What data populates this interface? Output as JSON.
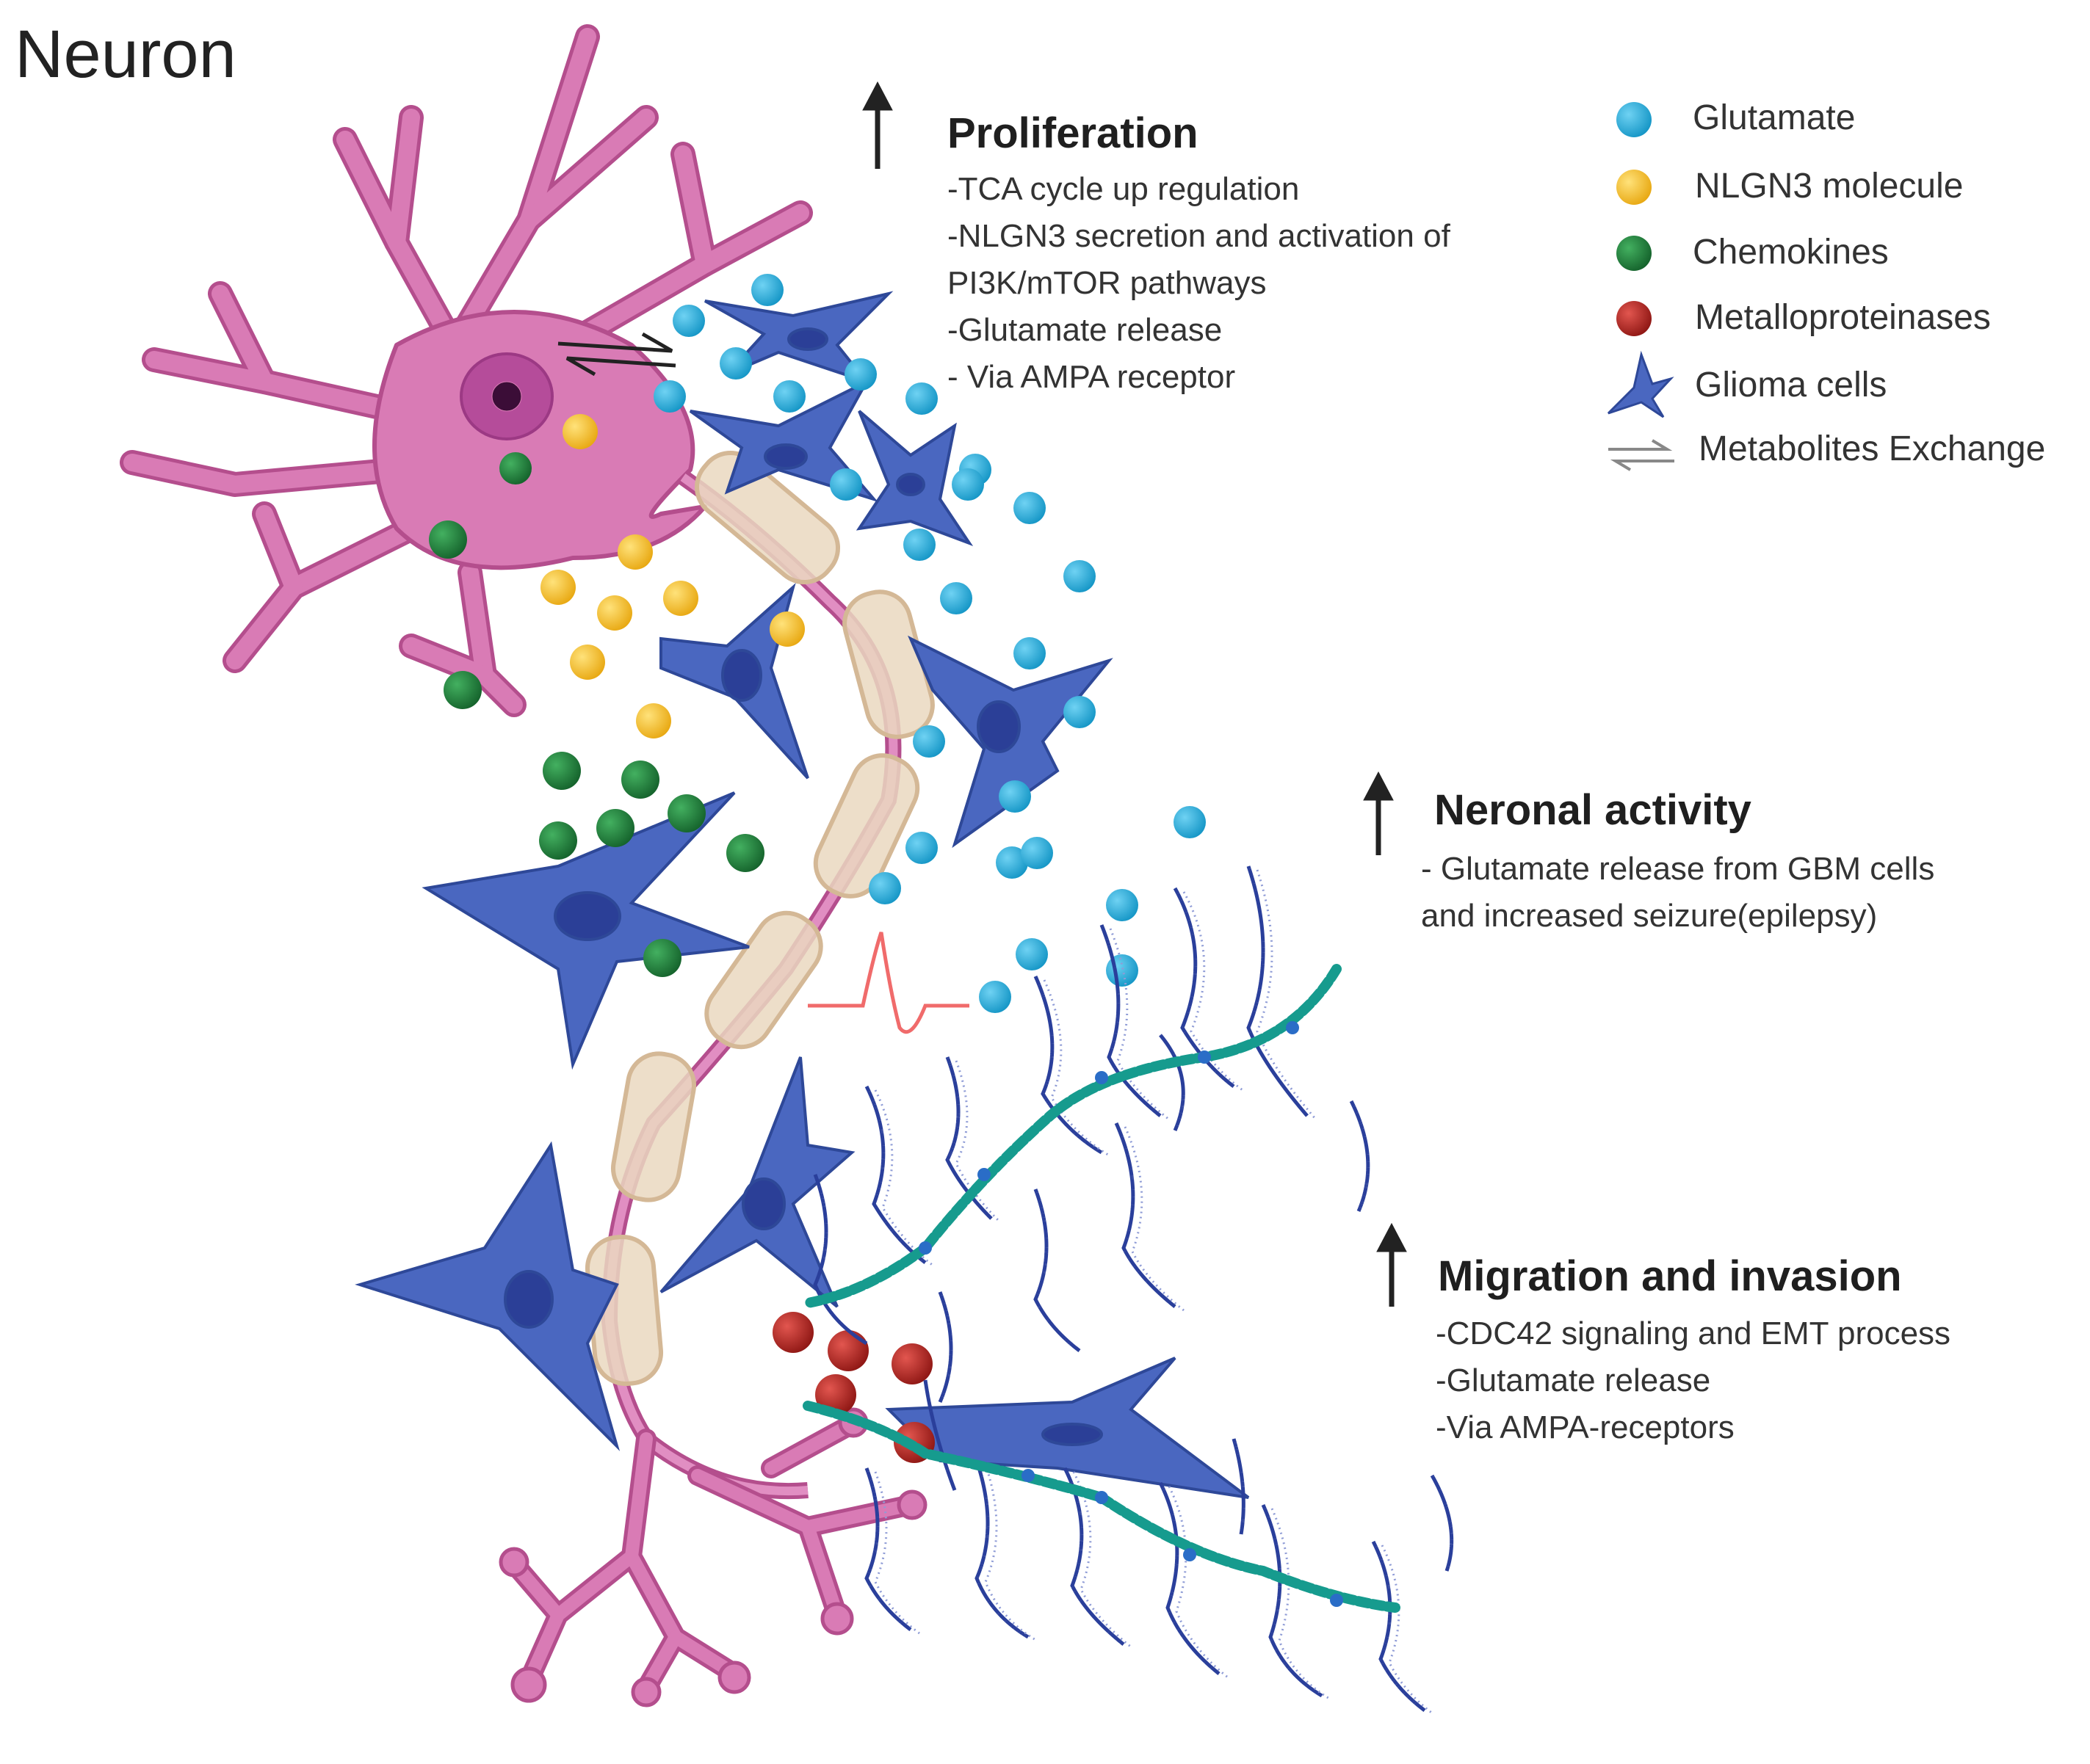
{
  "title": "Neuron",
  "colors": {
    "neuron": "#d97bb5",
    "neuron_stroke": "#b44e8d",
    "glutamate": "#1ba9d9",
    "nlgn3": "#f3b825",
    "chemokines": "#1e7d3a",
    "metalloproteinases": "#b52421",
    "glioma": "#4a67c0",
    "myelin": "#ead8c0",
    "fiber": "#2a3f9b",
    "fiber_backbone": "#169b8e",
    "spike": "#f06b6b"
  },
  "sections": {
    "proliferation": {
      "heading": "Proliferation",
      "lines": [
        "-TCA cycle up regulation",
        "-NLGN3 secretion and activation of",
        "PI3K/mTOR pathways",
        "-Glutamate release",
        "- Via AMPA receptor"
      ]
    },
    "neuronal_activity": {
      "heading": "Neronal activity",
      "lines": [
        "- Glutamate release from GBM cells",
        "and increased seizure(epilepsy)"
      ]
    },
    "migration": {
      "heading": "Migration and invasion",
      "lines": [
        "-CDC42 signaling and EMT process",
        "-Glutamate release",
        "-Via AMPA-receptors"
      ]
    }
  },
  "legend": [
    {
      "label": "Glutamate",
      "icon": "blue-dot-icon"
    },
    {
      "label": "NLGN3 molecule",
      "icon": "yellow-dot-icon"
    },
    {
      "label": "Chemokines",
      "icon": "green-dot-icon"
    },
    {
      "label": "Metalloproteinases",
      "icon": "red-dot-icon"
    },
    {
      "label": "Glioma cells",
      "icon": "glioma-cell-icon"
    },
    {
      "label": "Metabolites Exchange",
      "icon": "exchange-arrows-icon"
    }
  ]
}
